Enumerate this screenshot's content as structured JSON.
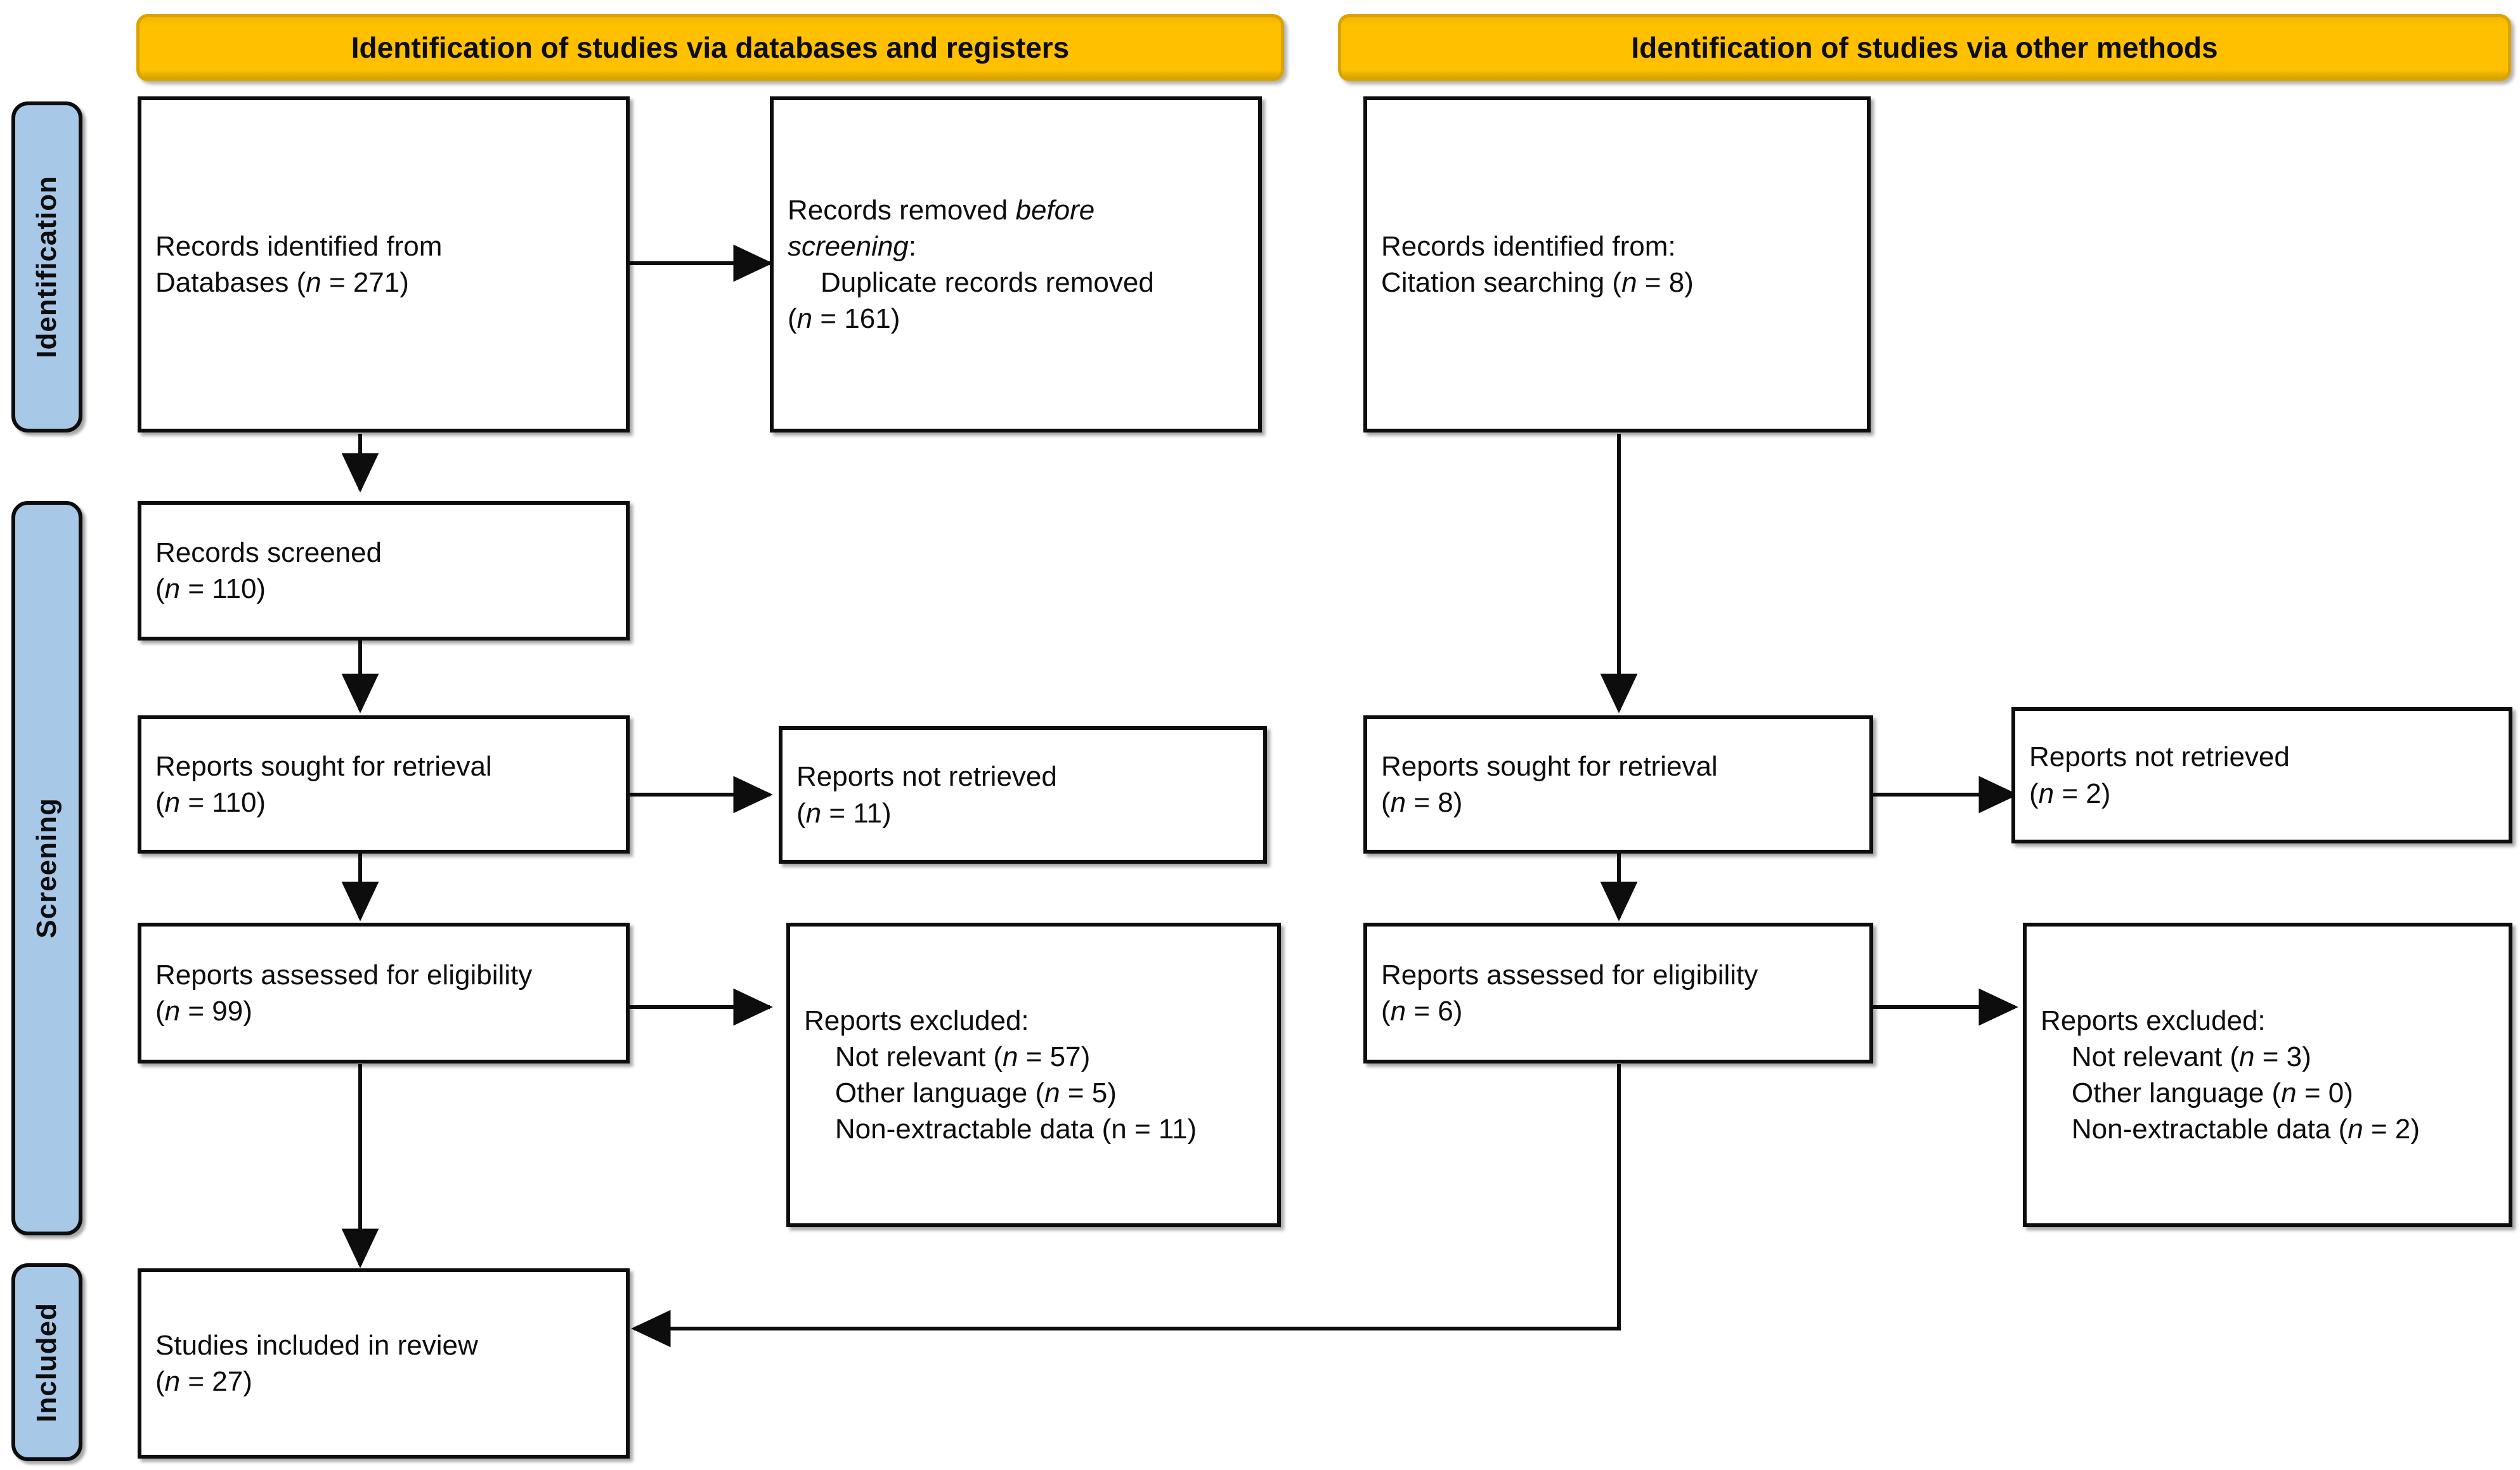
{
  "diagram": {
    "title": "PRISMA 2020 flow diagram",
    "accent_yellow": "#ffc000",
    "accent_blue": "#a8c8e8",
    "line_color": "#0d0d0d"
  },
  "banners": {
    "left": "Identification of studies via databases and registers",
    "right": "Identification of studies via other methods"
  },
  "phases": {
    "identification": "Identification",
    "screening": "Screening",
    "included": "Included"
  },
  "nodes": {
    "db_identified": {
      "line1": "Records identified from",
      "line2_pre": "Databases (",
      "line2_n": "n",
      "line2_post": " = 271)"
    },
    "records_removed": {
      "line1_pre": "Records removed ",
      "line1_em": "before",
      "line2_em": "screening",
      "line2_post": ":",
      "line3": "Duplicate records removed",
      "line4_pre": "(",
      "line4_n": "n",
      "line4_post": " = 161)"
    },
    "other_identified": {
      "line1": "Records identified from:",
      "line2_pre": "Citation searching (",
      "line2_n": "n",
      "line2_post": " = 8)"
    },
    "records_screened": {
      "line1": "Records screened",
      "line2_pre": "(",
      "line2_n": "n",
      "line2_post": " = 110)"
    },
    "db_sought": {
      "line1": "Reports sought for retrieval",
      "line2_pre": "(",
      "line2_n": "n",
      "line2_post": " = 110)"
    },
    "db_not_retrieved": {
      "line1": "Reports not retrieved",
      "line2_pre": "(",
      "line2_n": "n",
      "line2_post": " = 11)"
    },
    "other_sought": {
      "line1": "Reports sought for retrieval",
      "line2_pre": "(",
      "line2_n": "n",
      "line2_post": " = 8)"
    },
    "other_not_retrieved": {
      "line1": "Reports not retrieved",
      "line2_pre": "(",
      "line2_n": "n",
      "line2_post": " = 2)"
    },
    "db_assessed": {
      "line1": "Reports assessed for eligibility",
      "line2_pre": "(",
      "line2_n": "n",
      "line2_post": " = 99)"
    },
    "db_excluded": {
      "line1": "Reports excluded:",
      "line2_pre": "    Not relevant (",
      "line2_n": "n",
      "line2_post": " = 57)",
      "line3_pre": "    Other language (",
      "line3_n": "n",
      "line3_post": " = 5)",
      "line4": "    Non-extractable data (n = 11)"
    },
    "other_assessed": {
      "line1": "Reports assessed for eligibility",
      "line2_pre": "(",
      "line2_n": "n",
      "line2_post": " = 6)"
    },
    "other_excluded": {
      "line1": "Reports excluded:",
      "line2_pre": "    Not relevant (",
      "line2_n": "n",
      "line2_post": " = 3)",
      "line3_pre": "    Other language (",
      "line3_n": "n",
      "line3_post": " = 0)",
      "line4_pre": "    Non-extractable data (",
      "line4_n": "n",
      "line4_post": " = 2)"
    },
    "studies_included": {
      "line1": "Studies included in review",
      "line2_pre": "(",
      "line2_n": "n",
      "line2_post": " = 27)"
    }
  },
  "chart_data": {
    "type": "diagram",
    "title": "PRISMA 2020 flow diagram",
    "columns": [
      "Identification of studies via databases and registers",
      "Identification of studies via other methods"
    ],
    "phases": [
      "Identification",
      "Screening",
      "Included"
    ],
    "counts": {
      "records_identified_databases": 271,
      "duplicate_records_removed": 161,
      "records_identified_citation_searching": 8,
      "records_screened": 110,
      "reports_sought_for_retrieval_databases": 110,
      "reports_not_retrieved_databases": 11,
      "reports_sought_for_retrieval_other": 8,
      "reports_not_retrieved_other": 2,
      "reports_assessed_for_eligibility_databases": 99,
      "reports_excluded_databases_not_relevant": 57,
      "reports_excluded_databases_other_language": 5,
      "reports_excluded_databases_non_extractable": 11,
      "reports_assessed_for_eligibility_other": 6,
      "reports_excluded_other_not_relevant": 3,
      "reports_excluded_other_other_language": 0,
      "reports_excluded_other_non_extractable": 2,
      "studies_included_in_review": 27
    }
  }
}
